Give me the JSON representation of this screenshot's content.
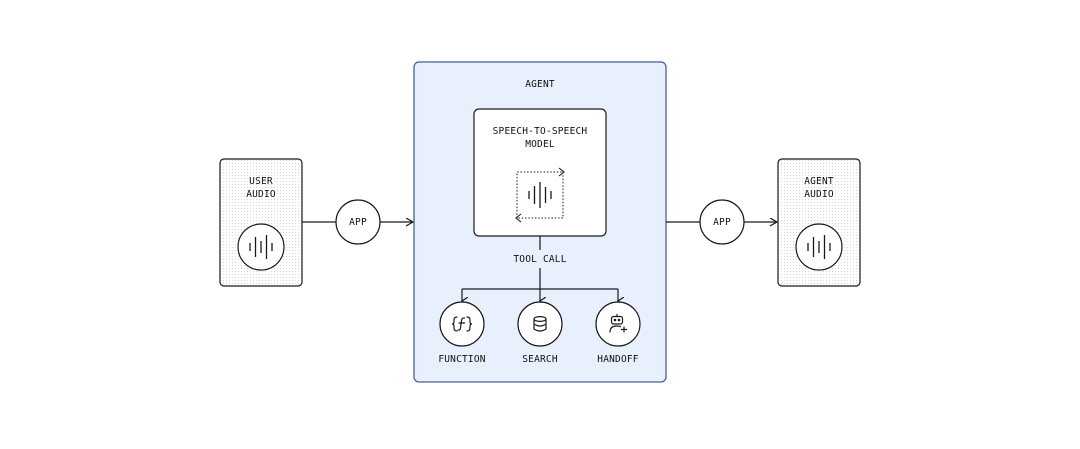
{
  "diagram": {
    "user_audio": {
      "line1": "USER",
      "line2": "AUDIO"
    },
    "app_left": "APP",
    "agent": {
      "title": "AGENT",
      "model": {
        "line1": "SPEECH-TO-SPEECH",
        "line2": "MODEL"
      },
      "tool_call": "TOOL CALL",
      "tools": [
        {
          "label": "FUNCTION",
          "icon": "function-braces-icon"
        },
        {
          "label": "SEARCH",
          "icon": "database-icon"
        },
        {
          "label": "HANDOFF",
          "icon": "robot-person-add-icon"
        }
      ]
    },
    "app_right": "APP",
    "agent_audio": {
      "line1": "AGENT",
      "line2": "AUDIO"
    },
    "colors": {
      "agent_fill": "#e8effd",
      "agent_stroke": "#4b5f99",
      "stroke": "#1a1a1a",
      "dot_texture": "#d7d7d7"
    }
  }
}
